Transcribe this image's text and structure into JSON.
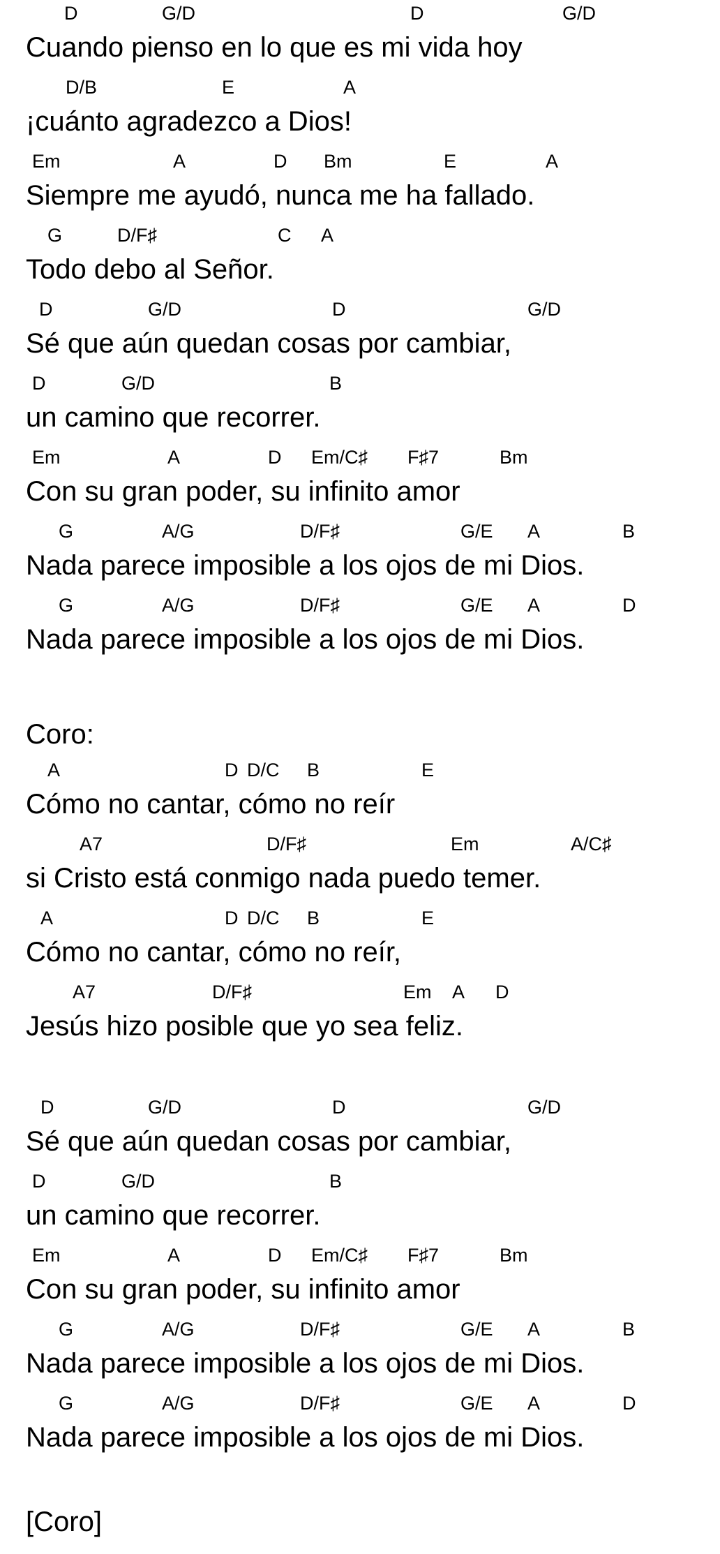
{
  "verse1": [
    {
      "chords": [
        "D",
        "G/D",
        "D",
        "G/D"
      ],
      "lyric": "Cuando pienso en lo que es mi vida hoy"
    },
    {
      "chords": [
        "D/B",
        "E",
        "A"
      ],
      "lyric": "¡cuánto agradezco a Dios!"
    },
    {
      "chords": [
        "Em",
        "A",
        "D",
        "Bm",
        "E",
        "A"
      ],
      "lyric": "Siempre me ayudó, nunca me ha fallado."
    },
    {
      "chords": [
        "G",
        "D/F♯",
        "C",
        "A"
      ],
      "lyric": "Todo debo al Señor."
    },
    {
      "chords": [
        "D",
        "G/D",
        "D",
        "G/D"
      ],
      "lyric": "Sé que aún quedan cosas por cambiar,"
    },
    {
      "chords": [
        "D",
        "G/D",
        "B"
      ],
      "lyric": "un camino que recorrer."
    },
    {
      "chords": [
        "Em",
        "A",
        "D",
        "Em/C♯",
        "F♯7",
        "Bm"
      ],
      "lyric": "Con su gran poder, su infinito amor"
    },
    {
      "chords": [
        "G",
        "A/G",
        "D/F♯",
        "G/E",
        "A",
        "B"
      ],
      "lyric": "Nada parece imposible a los ojos de mi Dios."
    },
    {
      "chords": [
        "G",
        "A/G",
        "D/F♯",
        "G/E",
        "A",
        "D"
      ],
      "lyric": "Nada parece imposible a los ojos de mi Dios."
    }
  ],
  "chorus_label": "Coro:",
  "chorus": [
    {
      "chords": [
        "A",
        "D",
        "D/C",
        "B",
        "E"
      ],
      "lyric": "Cómo no cantar, cómo no reír"
    },
    {
      "chords": [
        "A7",
        "D/F♯",
        "Em",
        "A/C♯"
      ],
      "lyric": "si Cristo está conmigo nada puedo temer."
    },
    {
      "chords": [
        "A",
        "D",
        "D/C",
        "B",
        "E"
      ],
      "lyric": "Cómo no cantar, cómo no reír,"
    },
    {
      "chords": [
        "A7",
        "D/F♯",
        "Em",
        "A",
        "D"
      ],
      "lyric": "Jesús hizo posible que yo sea feliz."
    }
  ],
  "verse2": [
    {
      "chords": [
        "D",
        "G/D",
        "D",
        "G/D"
      ],
      "lyric": "Sé que aún quedan cosas por cambiar,"
    },
    {
      "chords": [
        "D",
        "G/D",
        "B"
      ],
      "lyric": "un camino que recorrer."
    },
    {
      "chords": [
        "Em",
        "A",
        "D",
        "Em/C♯",
        "F♯7",
        "Bm"
      ],
      "lyric": "Con su gran poder, su infinito amor"
    },
    {
      "chords": [
        "G",
        "A/G",
        "D/F♯",
        "G/E",
        "A",
        "B"
      ],
      "lyric": "Nada parece imposible a los ojos de mi Dios."
    },
    {
      "chords": [
        "G",
        "A/G",
        "D/F♯",
        "G/E",
        "A",
        "D"
      ],
      "lyric": "Nada parece imposible a los ojos de mi Dios."
    }
  ],
  "chorus_repeat": "[Coro]"
}
